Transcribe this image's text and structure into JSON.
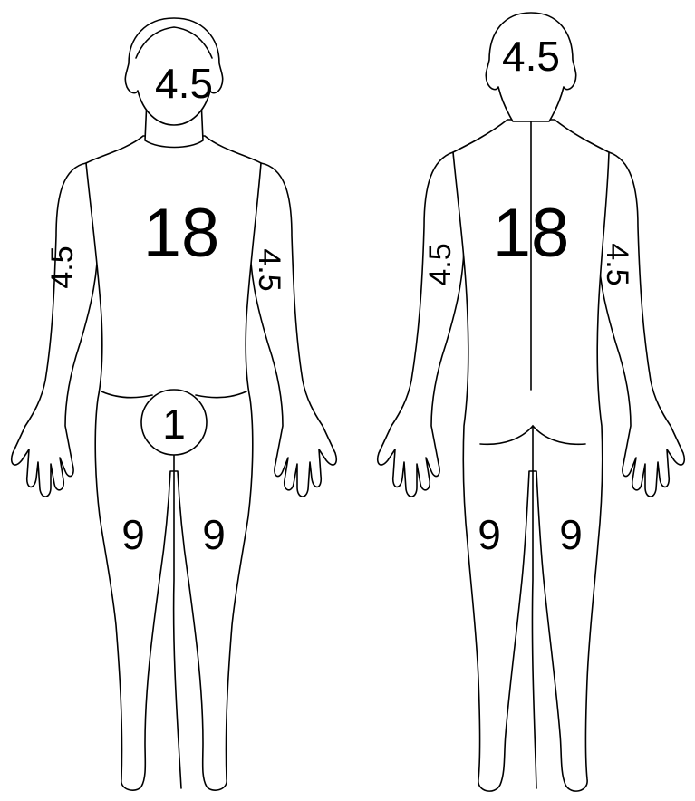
{
  "front": {
    "head": "4.5",
    "trunk": "18",
    "right_arm": "4.5",
    "left_arm": "4.5",
    "genitals": "1",
    "right_leg": "9",
    "left_leg": "9"
  },
  "back": {
    "head": "4.5",
    "trunk": "18",
    "right_arm": "4.5",
    "left_arm": "4.5",
    "right_leg": "9",
    "left_leg": "9"
  },
  "colors": {
    "line": "#000000",
    "background": "#ffffff"
  }
}
